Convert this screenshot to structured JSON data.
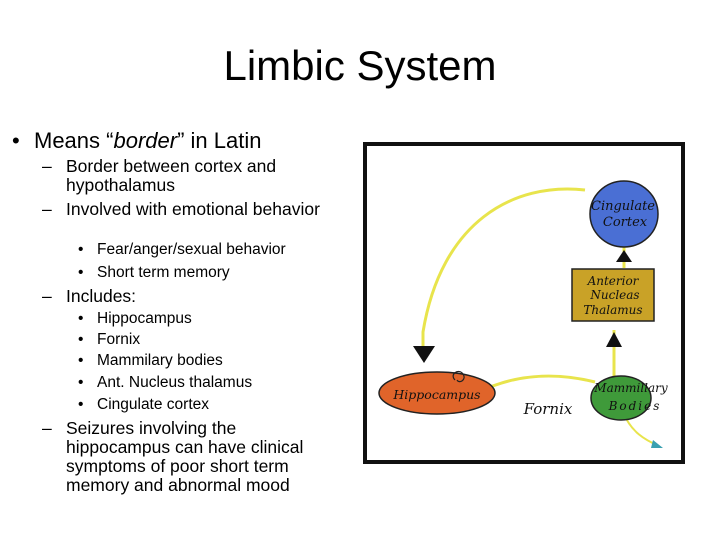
{
  "slide": {
    "title": "Limbic System",
    "bullet1": {
      "before": "Means “",
      "italic": "border",
      "after": "” in Latin"
    },
    "sub1": "Border between cortex and hypothalamus",
    "sub2": "Involved with emotional behavior",
    "sub2_items": [
      "Fear/anger/sexual behavior",
      "Short term memory"
    ],
    "sub3": "Includes:",
    "sub3_items": [
      "Hippocampus",
      "Fornix",
      "Mammilary bodies",
      "Ant. Nucleus thalamus",
      "Cingulate cortex"
    ],
    "sub4": "Seizures involving the hippocampus can have clinical symptoms of poor short term memory and abnormal mood",
    "bullet_glyph": "•",
    "dash_glyph": "–"
  },
  "diagram": {
    "cingulate": [
      "Cingulate",
      "Cortex"
    ],
    "anterior": [
      "Anterior",
      "Nucleas",
      "Thalamus"
    ],
    "hippocampus": "Hippocampus",
    "fornix": "Fornix",
    "mammillary": [
      "Mammillary",
      "Bodies"
    ],
    "colors": {
      "cingulate": "#4a6fd4",
      "anterior": "#c9a227",
      "hippocampus": "#e0642a",
      "mammillary": "#3f9a3a",
      "pathway": "#e8e44c",
      "frame": "#111111"
    }
  }
}
